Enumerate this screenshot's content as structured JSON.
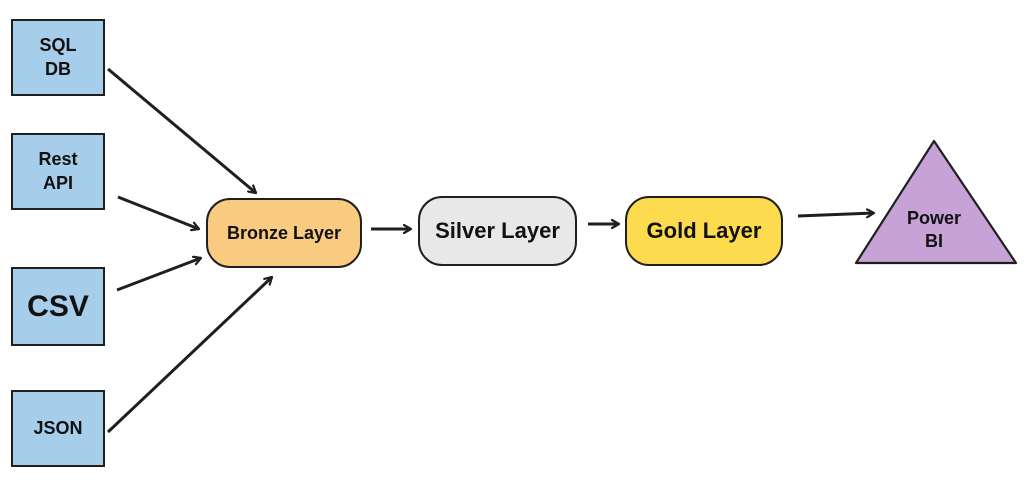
{
  "diagram": {
    "sources": [
      {
        "id": "sql-db",
        "lines": [
          "SQL",
          "DB"
        ]
      },
      {
        "id": "rest-api",
        "lines": [
          "Rest",
          "API"
        ]
      },
      {
        "id": "csv",
        "lines": [
          "CSV"
        ]
      },
      {
        "id": "json",
        "lines": [
          "JSON"
        ]
      }
    ],
    "layers": [
      {
        "id": "bronze",
        "label": "Bronze Layer",
        "color": "#f9cb81"
      },
      {
        "id": "silver",
        "label": "Silver Layer",
        "color": "#e8e8e8"
      },
      {
        "id": "gold",
        "label": "Gold Layer",
        "color": "#fcdc4e"
      }
    ],
    "target": {
      "id": "power-bi",
      "lines": [
        "Power",
        "BI"
      ],
      "color": "#c6a2d6"
    },
    "colors": {
      "source_fill": "#a6cdea",
      "stroke": "#1f1f1f"
    }
  }
}
